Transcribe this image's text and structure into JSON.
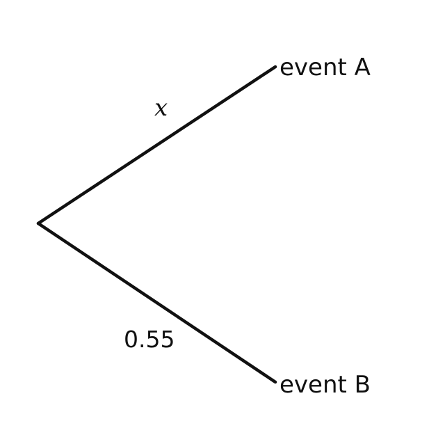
{
  "tree": {
    "branches": [
      {
        "id": "upper",
        "outcome": "event A",
        "probability": "x",
        "color": "#111111"
      },
      {
        "id": "lower",
        "outcome": "event B",
        "probability": "0.55",
        "color": "#111111"
      }
    ]
  }
}
